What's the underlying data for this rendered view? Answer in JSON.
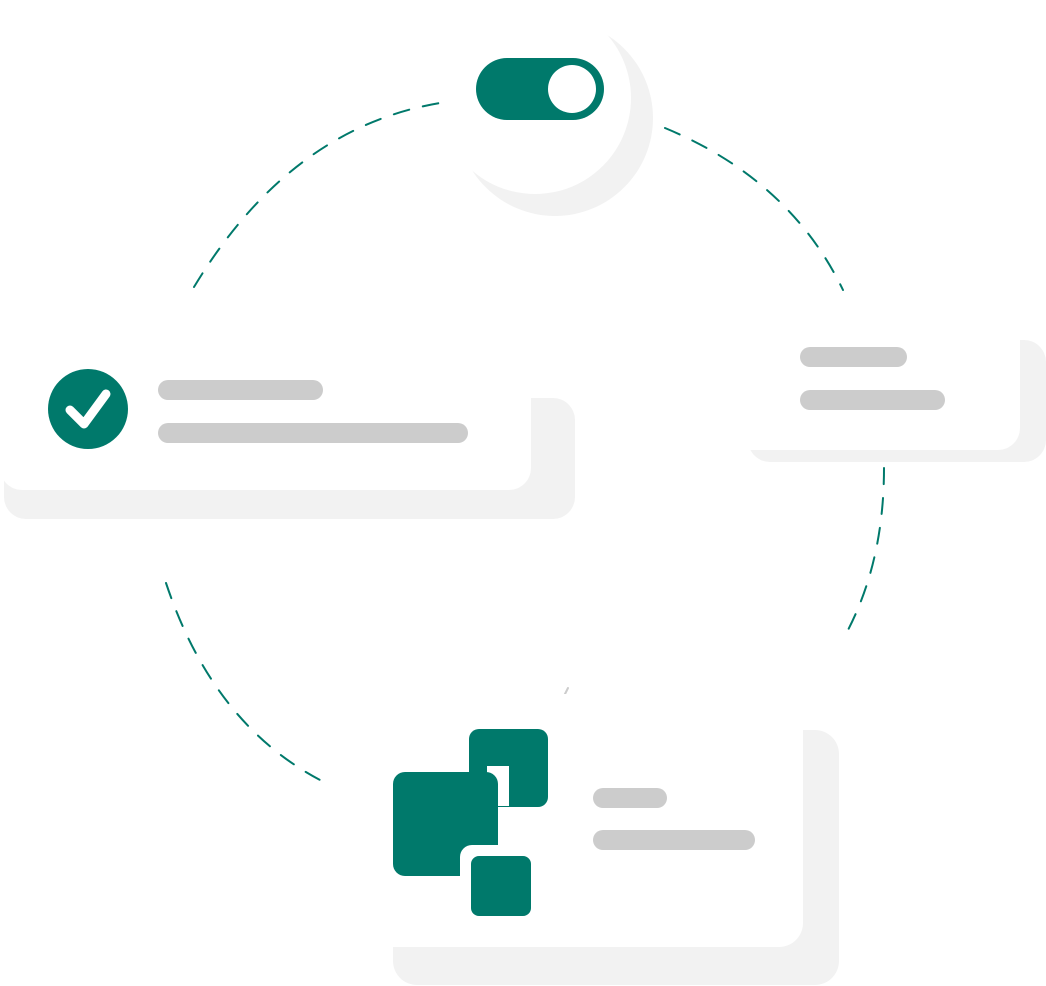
{
  "colors": {
    "accent": "#00796b",
    "placeholder_bar": "#cccccc",
    "card_shadow": "#f2f2f2",
    "card": "#ffffff",
    "connector_dash": "#00796b",
    "connector_dash_faint": "#cccccc"
  },
  "icons": {
    "toggle": "toggle-switch-on-icon",
    "check": "checkmark-circle-icon",
    "blocks": "stacked-squares-icon"
  },
  "toggle": {
    "state": "on"
  },
  "cards": [
    {
      "id": "check-card",
      "icon": "checkmark-circle-icon",
      "text_lines": 2
    },
    {
      "id": "text-card",
      "icon": "",
      "text_lines": 2
    },
    {
      "id": "blocks-card",
      "icon": "stacked-squares-icon",
      "text_lines": 2
    }
  ]
}
